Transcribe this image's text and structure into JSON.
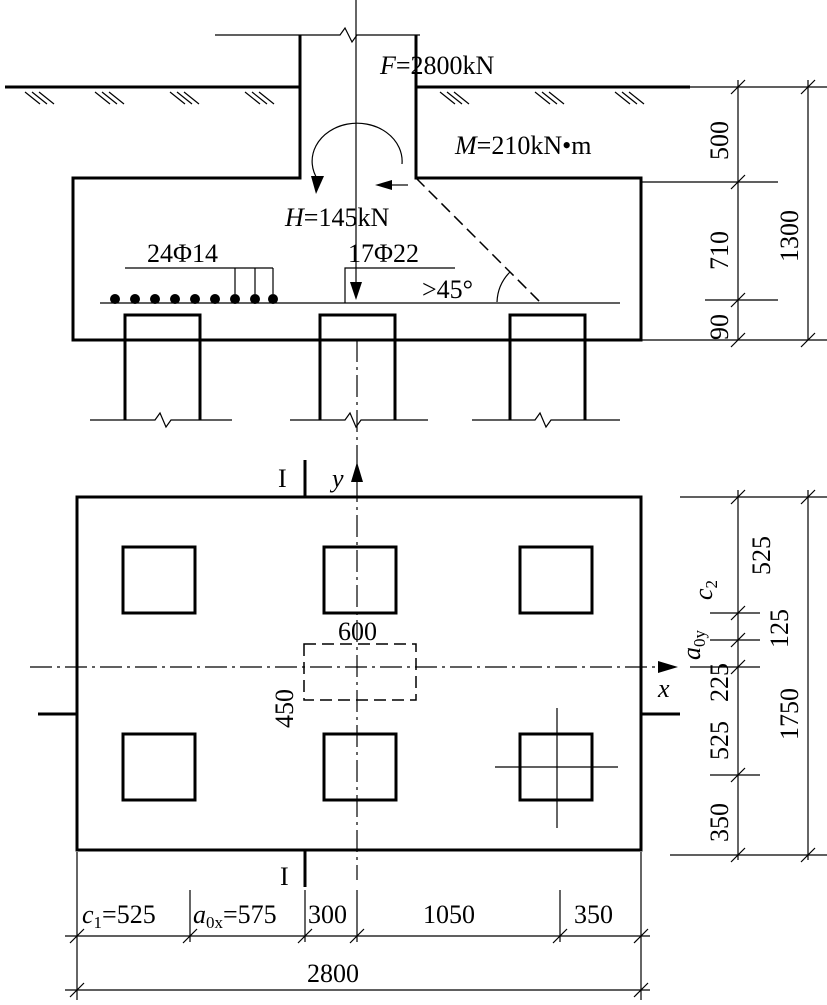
{
  "loads": {
    "F_symbol": "F",
    "F_value": "=2800kN",
    "M_symbol": "M",
    "M_value": "=210kN•m",
    "H_symbol": "H",
    "H_value": "=145kN"
  },
  "reinforcement": {
    "bars_a": "24Φ14",
    "bars_b": "17Φ22",
    "angle": ">45°"
  },
  "section_dims": {
    "d1": "500",
    "d2": "710",
    "d3": "90",
    "total": "1300"
  },
  "plan": {
    "section_mark": "I",
    "axis_x": "x",
    "axis_y": "y",
    "col_width": "600",
    "col_depth": "450",
    "c1_label": "c",
    "c1_sub": "1",
    "c1_value": "=525",
    "a0x_label": "a",
    "a0x_sub": "0x",
    "a0x_value": "=575",
    "c2_label": "c",
    "c2_sub": "2",
    "a0y_label": "a",
    "a0y_sub": "0y",
    "bottom_dims": [
      "300",
      "1050",
      "350"
    ],
    "bottom_total": "2800",
    "right_dims": [
      "525",
      "125",
      "225",
      "525",
      "350"
    ],
    "right_total": "1750"
  }
}
